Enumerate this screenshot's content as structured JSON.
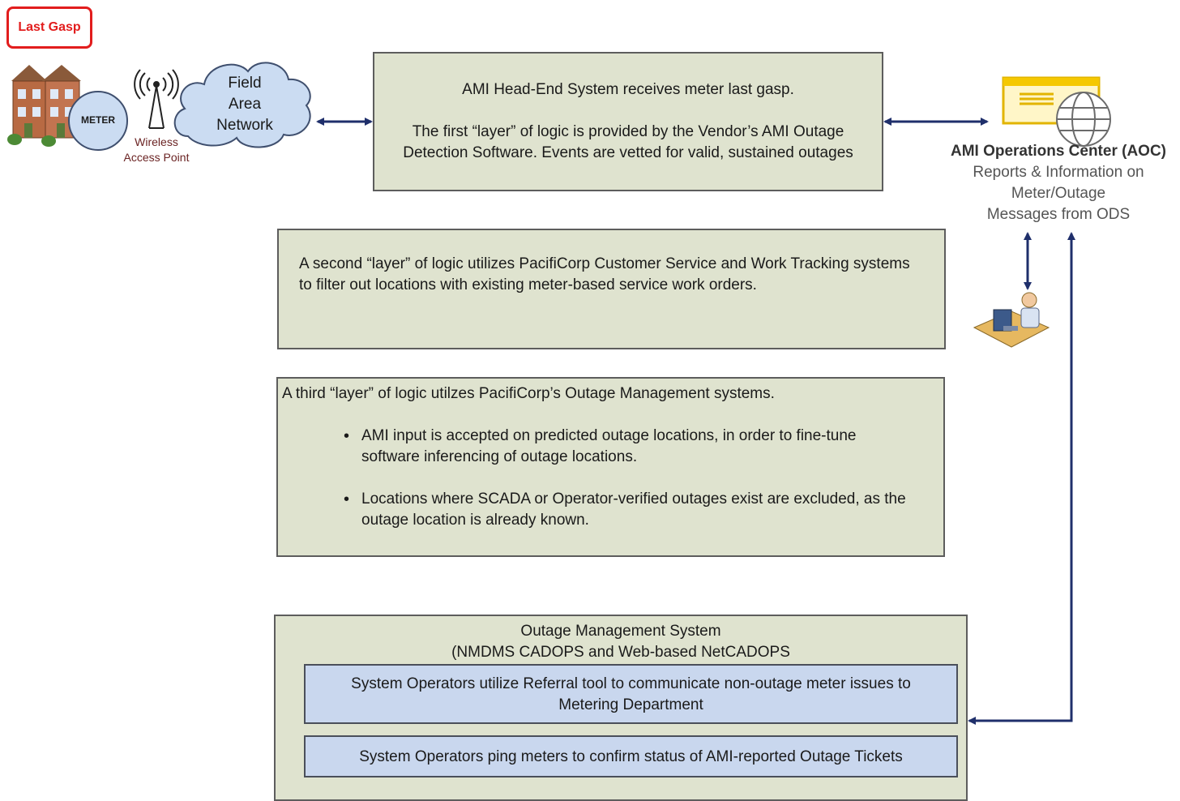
{
  "last_gasp_label": "Last Gasp",
  "meter_label": "METER",
  "access_point_label": [
    "Wireless",
    "Access Point"
  ],
  "network_label": [
    "Field",
    "Area",
    "Network"
  ],
  "headend": {
    "line1": "AMI Head-End System receives meter last gasp.",
    "line2": "The first “layer” of logic is provided by the Vendor’s AMI Outage",
    "line3": "Detection Software. Events are vetted for valid, sustained outages"
  },
  "aoc": {
    "title": "AMI Operations Center (AOC)",
    "lines": [
      "Reports & Information on",
      "Meter/Outage",
      "Messages from ODS"
    ]
  },
  "layer2": {
    "line1": "A second “layer” of logic utilizes PacifiCorp Customer Service and Work Tracking systems",
    "line2": "to filter out locations with existing meter-based service work orders."
  },
  "layer3": {
    "title": "A third “layer” of logic utilzes PacifiCorp’s Outage Management systems.",
    "bullets": [
      [
        "AMI input is accepted on predicted outage locations, in order to fine-tune",
        "software inferencing of outage locations."
      ],
      [
        "Locations where SCADA or Operator-verified outages exist are excluded, as the",
        "outage location is already known."
      ]
    ]
  },
  "oms": {
    "title1": "Outage Management System",
    "title2": "(NMDMS CADOPS and Web-based NetCADOPS",
    "referral": [
      "System Operators utilize Referral tool to communicate non-outage meter issues to",
      "Metering Department"
    ],
    "ping": "System Operators ping meters to confirm status of AMI-reported Outage Tickets"
  },
  "colors": {
    "box_fill": "#dfe3cf",
    "blue_fill": "#c9d7ee",
    "arrow": "#1f2f6b",
    "accent_red": "#e21d1d",
    "meter_fill": "#cbdcf2"
  }
}
